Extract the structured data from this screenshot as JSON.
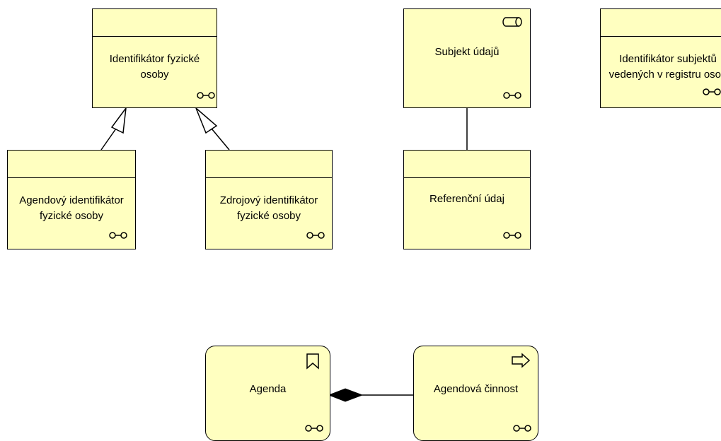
{
  "colors": {
    "fill": "#ffffc0",
    "stroke": "#000000",
    "background": "#ffffff"
  },
  "nodes": {
    "identifikator_fo": {
      "label": "Identifikátor fyzické osoby",
      "icon": "glasses-icon"
    },
    "subjekt_udaju": {
      "label": "Subjekt údajů",
      "icon": "glasses-icon",
      "badge": "cylinder-icon"
    },
    "identifikator_subjektu": {
      "label": "Identifikátor subjektů vedených v registru osob",
      "icon": "glasses-icon"
    },
    "agendovy_identifikator": {
      "label": "Agendový identifikátor fyzické osoby",
      "icon": "glasses-icon"
    },
    "zdrojovy_identifikator": {
      "label": "Zdrojový identifikátor fyzické osoby",
      "icon": "glasses-icon"
    },
    "referencni_udaj": {
      "label": "Referenční údaj",
      "icon": "glasses-icon"
    },
    "agenda": {
      "label": "Agenda",
      "icon": "glasses-icon",
      "badge": "bookmark-icon"
    },
    "agendova_cinnost": {
      "label": "Agendová činnost",
      "icon": "glasses-icon",
      "badge": "arrow-right-icon"
    }
  },
  "relations": [
    {
      "from": "agendovy_identifikator",
      "to": "identifikator_fo",
      "type": "specialization"
    },
    {
      "from": "zdrojovy_identifikator",
      "to": "identifikator_fo",
      "type": "specialization"
    },
    {
      "from": "subjekt_udaju",
      "to": "referencni_udaj",
      "type": "association"
    },
    {
      "from": "agendova_cinnost",
      "to": "agenda",
      "type": "composition"
    }
  ]
}
